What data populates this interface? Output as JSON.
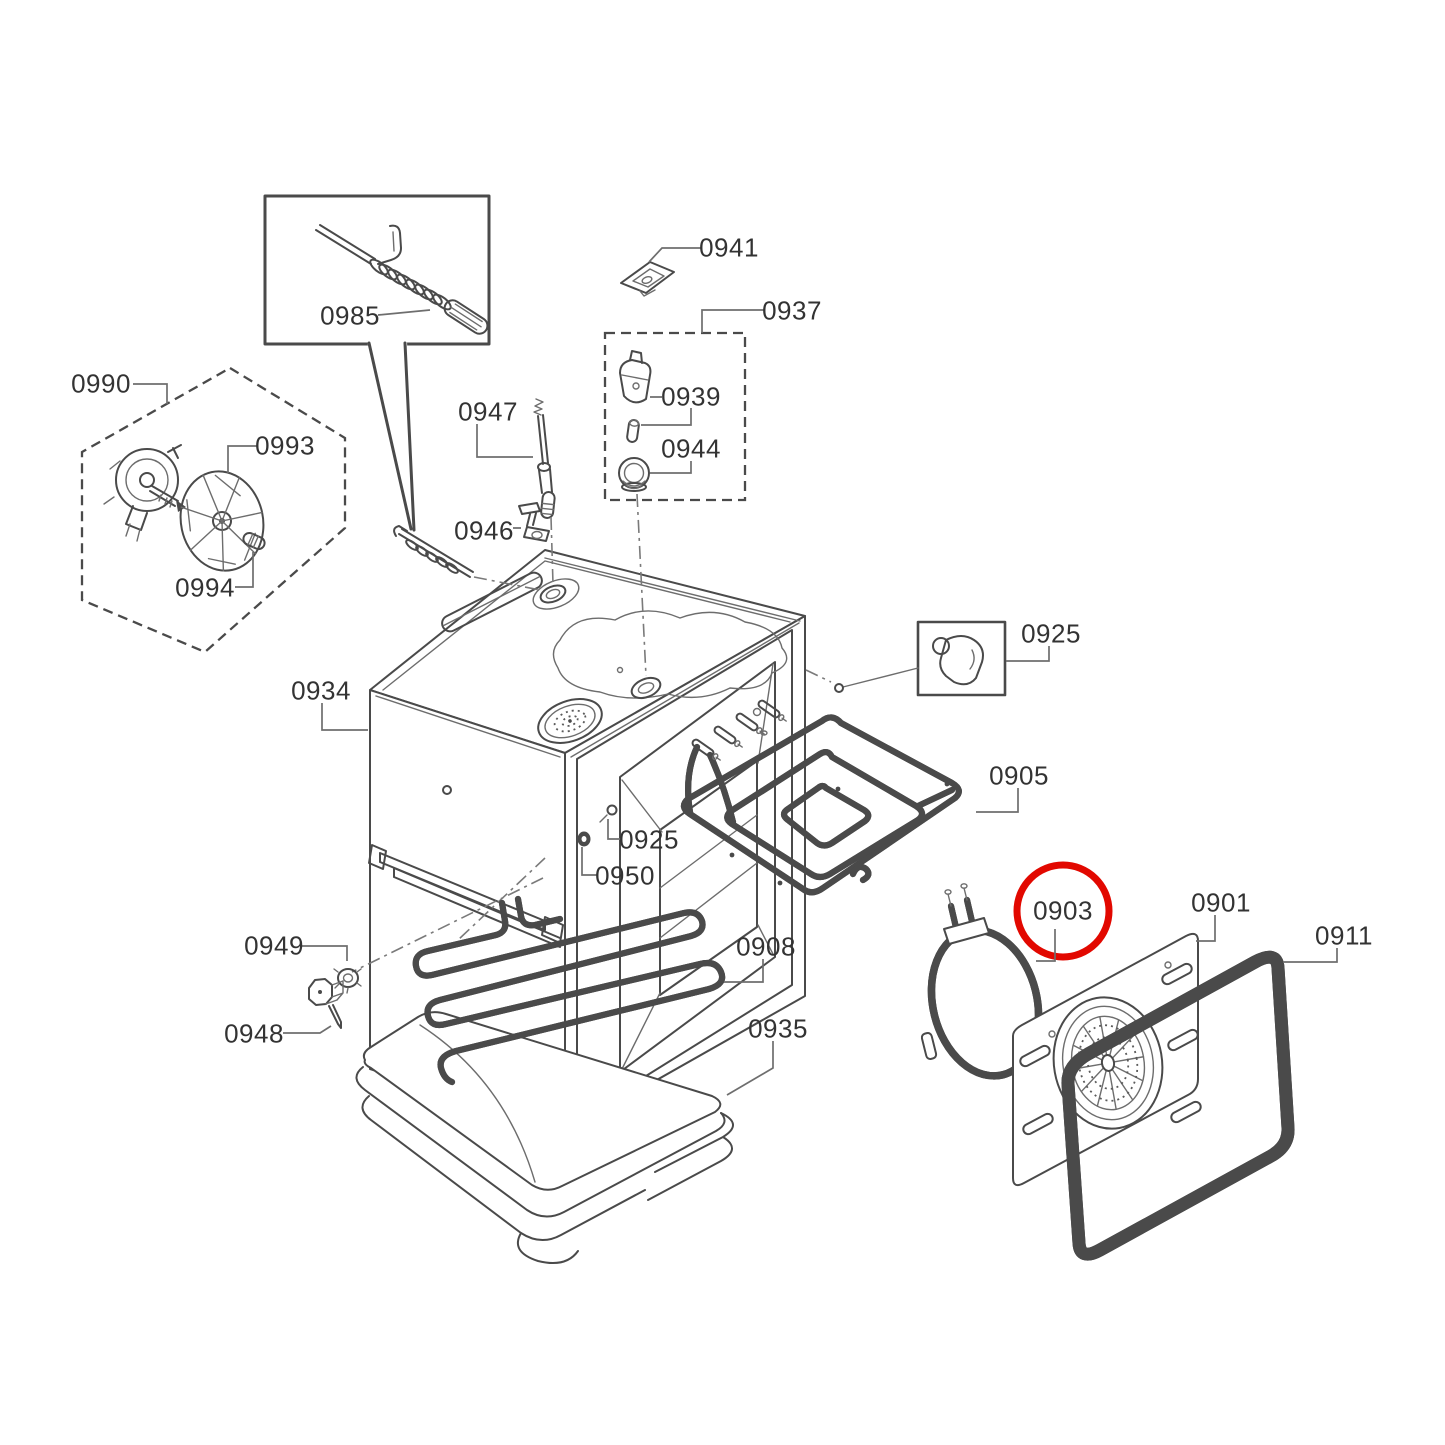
{
  "diagram": {
    "background": "#ffffff",
    "line_color": "#4a4a4a",
    "label_color": "#333333",
    "highlight_color": "#e20800",
    "highlighted_part": "0903",
    "labels": [
      {
        "text": "0985"
      },
      {
        "text": "0990"
      },
      {
        "text": "0993"
      },
      {
        "text": "0994"
      },
      {
        "text": "0941"
      },
      {
        "text": "0937"
      },
      {
        "text": "0939"
      },
      {
        "text": "0944"
      },
      {
        "text": "0947"
      },
      {
        "text": "0946"
      },
      {
        "text": "0934"
      },
      {
        "text": "0925"
      },
      {
        "text": "0905"
      },
      {
        "text": "0925"
      },
      {
        "text": "0950"
      },
      {
        "text": "0949"
      },
      {
        "text": "0948"
      },
      {
        "text": "0908"
      },
      {
        "text": "0935"
      },
      {
        "text": "0903"
      },
      {
        "text": "0901"
      },
      {
        "text": "0911"
      }
    ]
  }
}
